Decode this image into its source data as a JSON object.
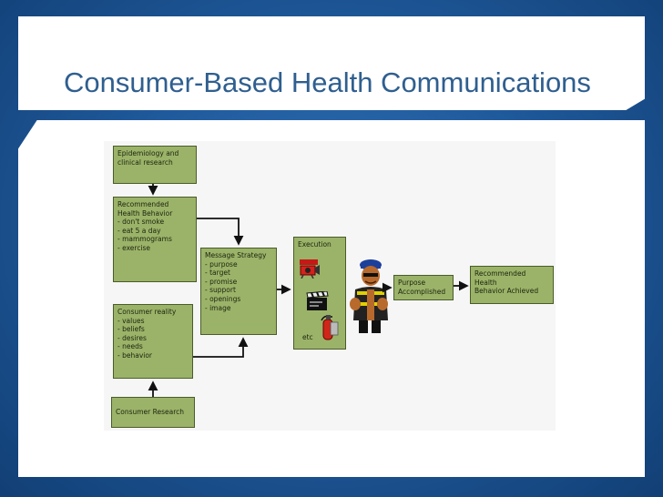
{
  "slide": {
    "title": "Consumer-Based Health Communications"
  },
  "diagram": {
    "epidemiology": {
      "lines": [
        "Epidemiology and",
        "clinical research"
      ]
    },
    "recommended_behavior": {
      "lines": [
        "Recommended",
        "Health Behavior",
        "- don't smoke",
        "- eat 5 a day",
        "- mammograms",
        "- exercise"
      ]
    },
    "consumer_reality": {
      "lines": [
        "Consumer reality",
        "- values",
        "- beliefs",
        "- desires",
        "- needs",
        "- behavior"
      ]
    },
    "consumer_research": {
      "lines": [
        "Consumer Research"
      ]
    },
    "message_strategy": {
      "lines": [
        "Message Strategy",
        "- purpose",
        "- target",
        "- promise",
        "- support",
        "- openings",
        "- image"
      ]
    },
    "execution": {
      "title": "Execution",
      "etc_label": "etc"
    },
    "purpose": {
      "lines": [
        "Purpose",
        "Accomplished"
      ]
    },
    "achieved": {
      "lines": [
        "Recommended",
        "Health",
        "Behavior Achieved"
      ]
    }
  },
  "colors": {
    "box_fill": "#9bb368",
    "box_border": "#4a5c2a",
    "title_text": "#2f5f8f",
    "background": "#1f5a9c"
  },
  "icons": [
    "video-camera-icon",
    "clapperboard-icon",
    "fire-extinguisher-icon",
    "worker-person-icon"
  ]
}
